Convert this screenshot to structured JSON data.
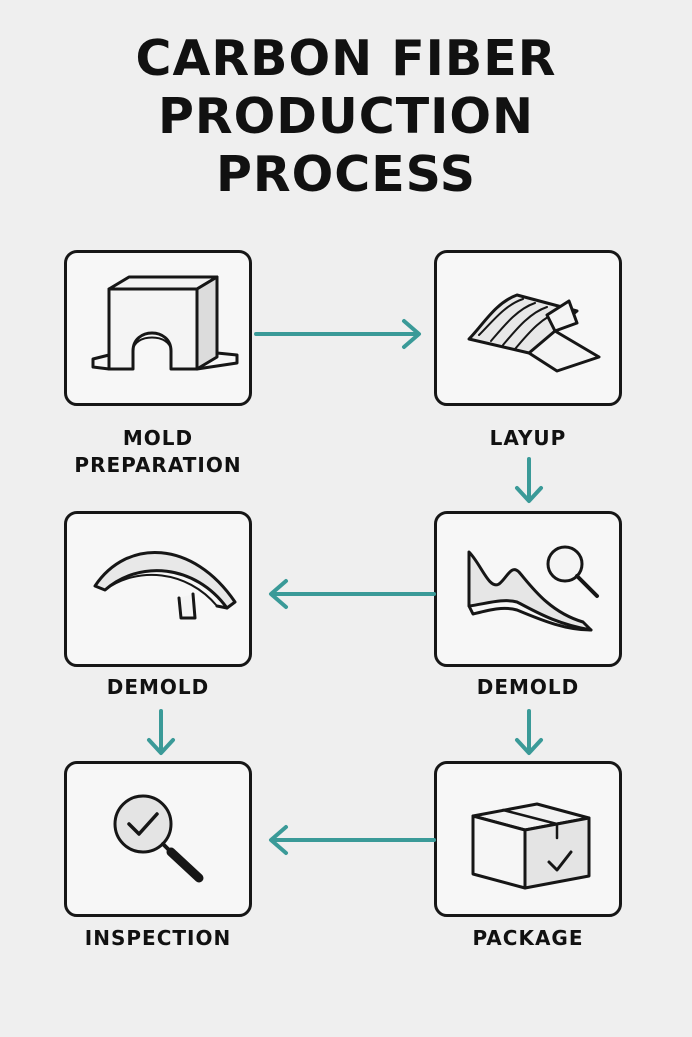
{
  "title": {
    "line1": "CARBON FIBER",
    "line2": "PRODUCTION",
    "line3": "PROCESS"
  },
  "steps": [
    {
      "label_line1": "MOLD",
      "label_line2": "PREPARATION",
      "icon": "mold-icon"
    },
    {
      "label_line1": "LAYUP",
      "label_line2": "",
      "icon": "fiber-layup-icon"
    },
    {
      "label_line1": "DEMOLD",
      "label_line2": "",
      "icon": "inspect-part-icon"
    },
    {
      "label_line1": "DEMOLD",
      "label_line2": "",
      "icon": "curved-part-icon"
    },
    {
      "label_line1": "INSPECTION",
      "label_line2": "",
      "icon": "magnifier-check-icon"
    },
    {
      "label_line1": "PACKAGE",
      "label_line2": "",
      "icon": "box-check-icon"
    }
  ],
  "flow": [
    [
      0,
      1
    ],
    [
      1,
      2
    ],
    [
      2,
      3
    ],
    [
      3,
      4
    ],
    [
      2,
      5
    ],
    [
      5,
      4
    ]
  ],
  "colors": {
    "arrow": "#3a9a98",
    "stroke": "#161616",
    "box_fill": "#f7f7f7",
    "background": "#efefef"
  }
}
